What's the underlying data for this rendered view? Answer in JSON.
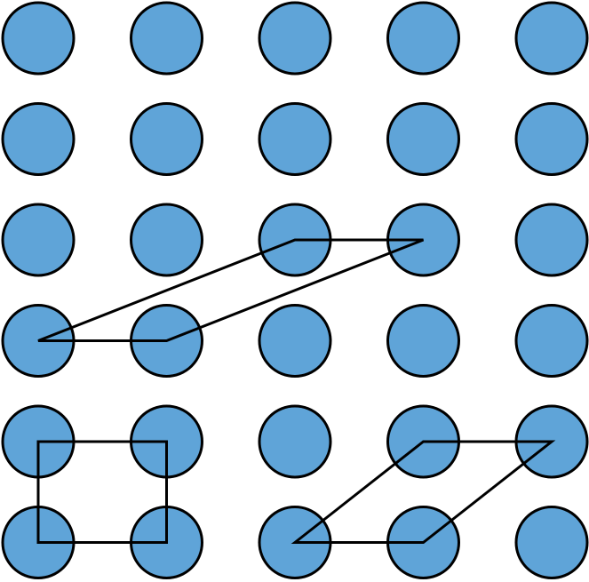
{
  "colors": {
    "dot_fill": "#5fa4d8",
    "outline": "#000000",
    "background": "#ffffff"
  },
  "grid": {
    "columns": 5,
    "rows": 6
  },
  "shapes": [
    {
      "name": "shape-parallelogram-top",
      "vertices": [
        [
          0,
          3
        ],
        [
          2,
          2
        ],
        [
          3,
          2
        ],
        [
          1,
          3
        ]
      ]
    },
    {
      "name": "shape-square",
      "vertices": [
        [
          0,
          4
        ],
        [
          1,
          4
        ],
        [
          1,
          5
        ],
        [
          0,
          5
        ]
      ]
    },
    {
      "name": "shape-parallelogram-bottom",
      "vertices": [
        [
          2,
          5
        ],
        [
          3,
          4
        ],
        [
          4,
          4
        ],
        [
          3,
          5
        ]
      ]
    }
  ]
}
